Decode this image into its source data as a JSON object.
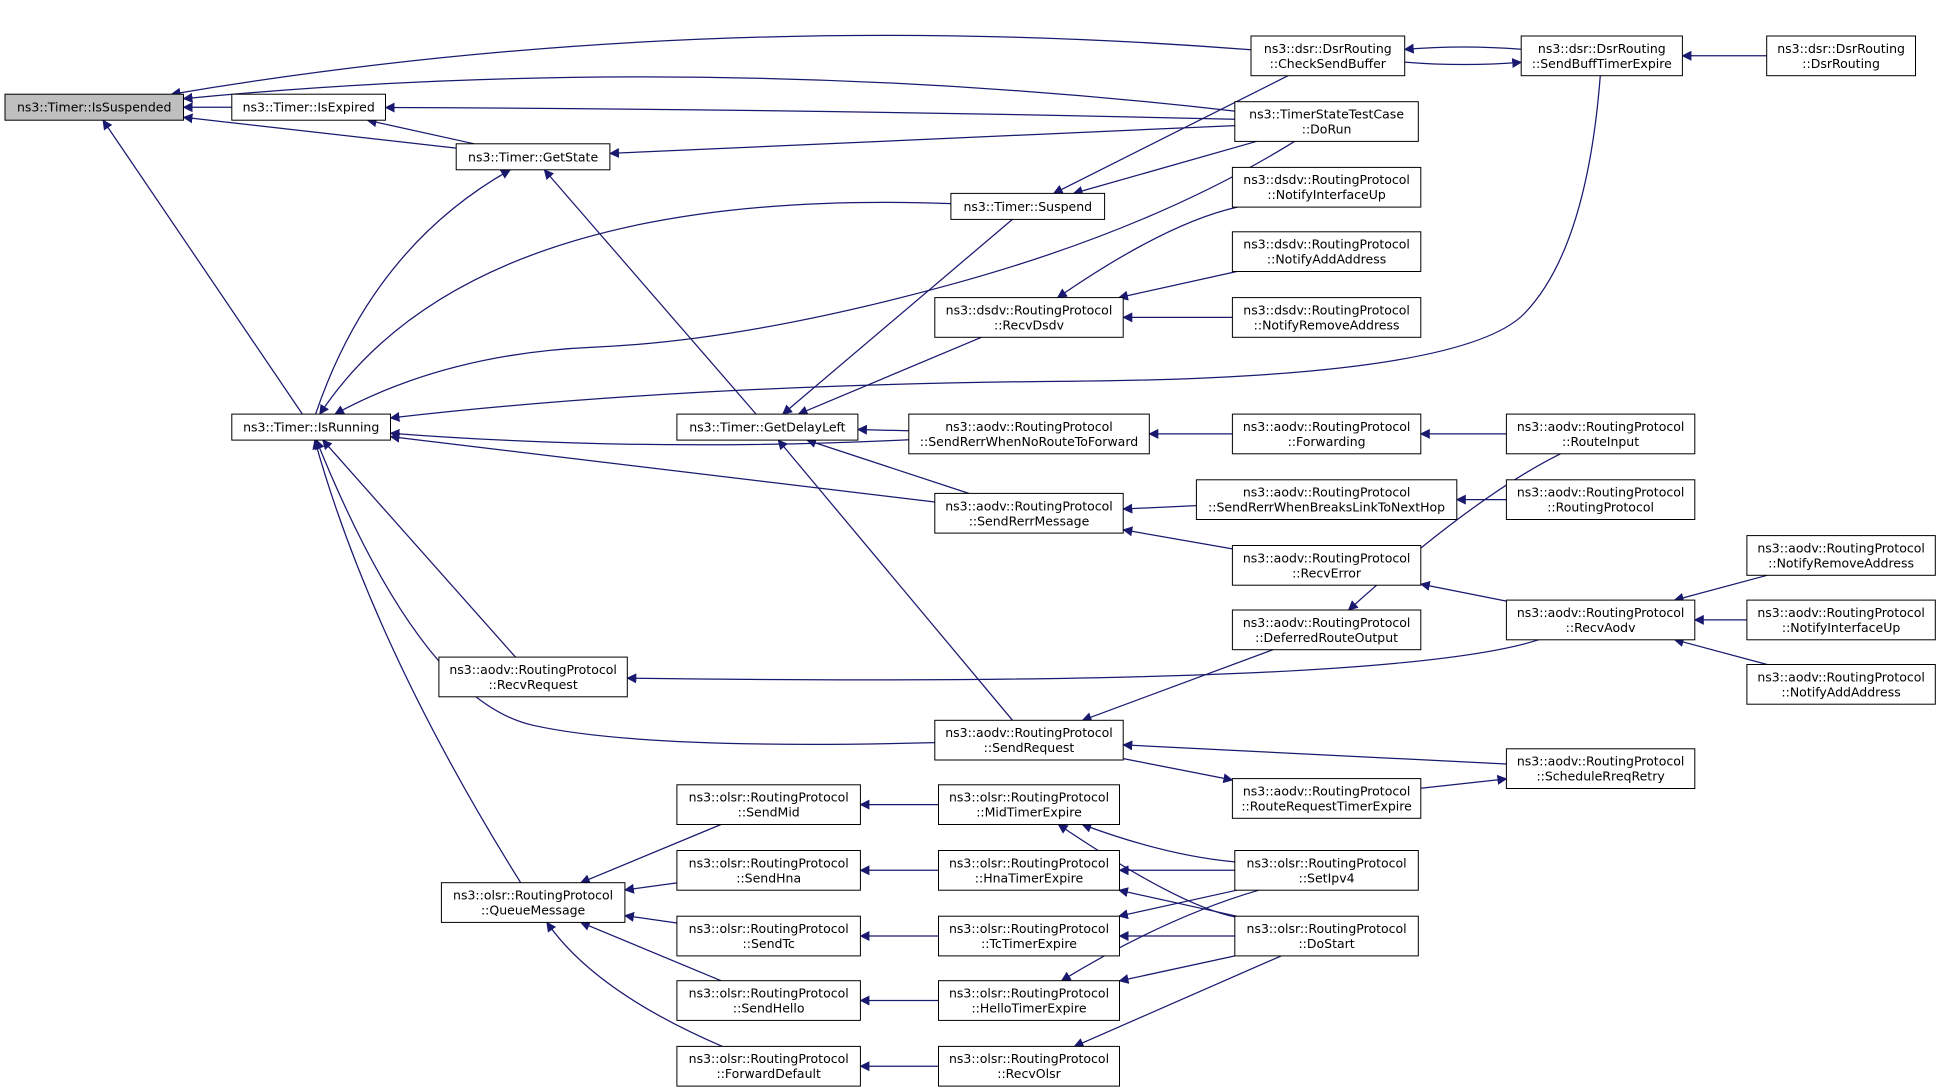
{
  "root": "IsSuspended",
  "nodes": [
    {
      "id": "IsSuspended",
      "lines": [
        "ns3::Timer::IsSuspended"
      ]
    },
    {
      "id": "IsExpired",
      "lines": [
        "ns3::Timer::IsExpired"
      ]
    },
    {
      "id": "GetState",
      "lines": [
        "ns3::Timer::GetState"
      ]
    },
    {
      "id": "IsRunning",
      "lines": [
        "ns3::Timer::IsRunning"
      ]
    },
    {
      "id": "Suspend",
      "lines": [
        "ns3::Timer::Suspend"
      ]
    },
    {
      "id": "GetDelayLeft",
      "lines": [
        "ns3::Timer::GetDelayLeft"
      ]
    },
    {
      "id": "CheckSendBuffer",
      "lines": [
        "ns3::dsr::DsrRouting",
        "::CheckSendBuffer"
      ]
    },
    {
      "id": "SendBuffTimerExpire",
      "lines": [
        "ns3::dsr::DsrRouting",
        "::SendBuffTimerExpire"
      ]
    },
    {
      "id": "DsrRouting",
      "lines": [
        "ns3::dsr::DsrRouting",
        "::DsrRouting"
      ]
    },
    {
      "id": "TimerStateDoRun",
      "lines": [
        "ns3::TimerStateTestCase",
        "::DoRun"
      ]
    },
    {
      "id": "DsdvNotifyInterfaceUp",
      "lines": [
        "ns3::dsdv::RoutingProtocol",
        "::NotifyInterfaceUp"
      ]
    },
    {
      "id": "DsdvNotifyAddAddress",
      "lines": [
        "ns3::dsdv::RoutingProtocol",
        "::NotifyAddAddress"
      ]
    },
    {
      "id": "DsdvNotifyRemoveAddress",
      "lines": [
        "ns3::dsdv::RoutingProtocol",
        "::NotifyRemoveAddress"
      ]
    },
    {
      "id": "RecvDsdv",
      "lines": [
        "ns3::dsdv::RoutingProtocol",
        "::RecvDsdv"
      ]
    },
    {
      "id": "SendRerrWhenNoRoute",
      "lines": [
        "ns3::aodv::RoutingProtocol",
        "::SendRerrWhenNoRouteToForward"
      ]
    },
    {
      "id": "Forwarding",
      "lines": [
        "ns3::aodv::RoutingProtocol",
        "::Forwarding"
      ]
    },
    {
      "id": "RouteInput",
      "lines": [
        "ns3::aodv::RoutingProtocol",
        "::RouteInput"
      ]
    },
    {
      "id": "SendRerrMessage",
      "lines": [
        "ns3::aodv::RoutingProtocol",
        "::SendRerrMessage"
      ]
    },
    {
      "id": "SendRerrWhenBreaks",
      "lines": [
        "ns3::aodv::RoutingProtocol",
        "::SendRerrWhenBreaksLinkToNextHop"
      ]
    },
    {
      "id": "AodvRoutingProtocol",
      "lines": [
        "ns3::aodv::RoutingProtocol",
        "::RoutingProtocol"
      ]
    },
    {
      "id": "RecvError",
      "lines": [
        "ns3::aodv::RoutingProtocol",
        "::RecvError"
      ]
    },
    {
      "id": "AodvNotifyRemoveAddress",
      "lines": [
        "ns3::aodv::RoutingProtocol",
        "::NotifyRemoveAddress"
      ]
    },
    {
      "id": "DeferredRouteOutput",
      "lines": [
        "ns3::aodv::RoutingProtocol",
        "::DeferredRouteOutput"
      ]
    },
    {
      "id": "RecvAodv",
      "lines": [
        "ns3::aodv::RoutingProtocol",
        "::RecvAodv"
      ]
    },
    {
      "id": "AodvNotifyInterfaceUp",
      "lines": [
        "ns3::aodv::RoutingProtocol",
        "::NotifyInterfaceUp"
      ]
    },
    {
      "id": "RecvRequest",
      "lines": [
        "ns3::aodv::RoutingProtocol",
        "::RecvRequest"
      ]
    },
    {
      "id": "AodvNotifyAddAddress",
      "lines": [
        "ns3::aodv::RoutingProtocol",
        "::NotifyAddAddress"
      ]
    },
    {
      "id": "SendRequest",
      "lines": [
        "ns3::aodv::RoutingProtocol",
        "::SendRequest"
      ]
    },
    {
      "id": "ScheduleRreqRetry",
      "lines": [
        "ns3::aodv::RoutingProtocol",
        "::ScheduleRreqRetry"
      ]
    },
    {
      "id": "RouteRequestTimerExpire",
      "lines": [
        "ns3::aodv::RoutingProtocol",
        "::RouteRequestTimerExpire"
      ]
    },
    {
      "id": "SendMid",
      "lines": [
        "ns3::olsr::RoutingProtocol",
        "::SendMid"
      ]
    },
    {
      "id": "MidTimerExpire",
      "lines": [
        "ns3::olsr::RoutingProtocol",
        "::MidTimerExpire"
      ]
    },
    {
      "id": "SendHna",
      "lines": [
        "ns3::olsr::RoutingProtocol",
        "::SendHna"
      ]
    },
    {
      "id": "HnaTimerExpire",
      "lines": [
        "ns3::olsr::RoutingProtocol",
        "::HnaTimerExpire"
      ]
    },
    {
      "id": "SetIpv4",
      "lines": [
        "ns3::olsr::RoutingProtocol",
        "::SetIpv4"
      ]
    },
    {
      "id": "QueueMessage",
      "lines": [
        "ns3::olsr::RoutingProtocol",
        "::QueueMessage"
      ]
    },
    {
      "id": "SendTc",
      "lines": [
        "ns3::olsr::RoutingProtocol",
        "::SendTc"
      ]
    },
    {
      "id": "TcTimerExpire",
      "lines": [
        "ns3::olsr::RoutingProtocol",
        "::TcTimerExpire"
      ]
    },
    {
      "id": "DoStart",
      "lines": [
        "ns3::olsr::RoutingProtocol",
        "::DoStart"
      ]
    },
    {
      "id": "SendHello",
      "lines": [
        "ns3::olsr::RoutingProtocol",
        "::SendHello"
      ]
    },
    {
      "id": "HelloTimerExpire",
      "lines": [
        "ns3::olsr::RoutingProtocol",
        "::HelloTimerExpire"
      ]
    },
    {
      "id": "ForwardDefault",
      "lines": [
        "ns3::olsr::RoutingProtocol",
        "::ForwardDefault"
      ]
    },
    {
      "id": "RecvOlsr",
      "lines": [
        "ns3::olsr::RoutingProtocol",
        "::RecvOlsr"
      ]
    }
  ],
  "edges": [
    [
      "IsExpired",
      "IsSuspended"
    ],
    [
      "GetState",
      "IsSuspended"
    ],
    [
      "IsRunning",
      "IsSuspended"
    ],
    [
      "CheckSendBuffer",
      "IsSuspended"
    ],
    [
      "TimerStateDoRun",
      "IsSuspended"
    ],
    [
      "GetState",
      "IsExpired"
    ],
    [
      "TimerStateDoRun",
      "IsExpired"
    ],
    [
      "TimerStateDoRun",
      "GetState"
    ],
    [
      "IsRunning",
      "GetState"
    ],
    [
      "GetDelayLeft",
      "GetState"
    ],
    [
      "SendBuffTimerExpire",
      "CheckSendBuffer"
    ],
    [
      "CheckSendBuffer",
      "SendBuffTimerExpire"
    ],
    [
      "DsrRouting",
      "SendBuffTimerExpire"
    ],
    [
      "CheckSendBuffer",
      "Suspend"
    ],
    [
      "TimerStateDoRun",
      "Suspend"
    ],
    [
      "Suspend",
      "IsRunning"
    ],
    [
      "TimerStateDoRun",
      "IsRunning"
    ],
    [
      "SendBuffTimerExpire",
      "IsRunning"
    ],
    [
      "SendRerrWhenNoRoute",
      "IsRunning"
    ],
    [
      "SendRerrMessage",
      "IsRunning"
    ],
    [
      "RecvRequest",
      "IsRunning"
    ],
    [
      "SendRequest",
      "IsRunning"
    ],
    [
      "QueueMessage",
      "IsRunning"
    ],
    [
      "Suspend",
      "GetDelayLeft"
    ],
    [
      "RecvDsdv",
      "GetDelayLeft"
    ],
    [
      "SendRerrWhenNoRoute",
      "GetDelayLeft"
    ],
    [
      "SendRerrMessage",
      "GetDelayLeft"
    ],
    [
      "SendRequest",
      "GetDelayLeft"
    ],
    [
      "DsdvNotifyInterfaceUp",
      "RecvDsdv"
    ],
    [
      "DsdvNotifyAddAddress",
      "RecvDsdv"
    ],
    [
      "DsdvNotifyRemoveAddress",
      "RecvDsdv"
    ],
    [
      "Forwarding",
      "SendRerrWhenNoRoute"
    ],
    [
      "RouteInput",
      "Forwarding"
    ],
    [
      "SendRerrWhenBreaks",
      "SendRerrMessage"
    ],
    [
      "RecvError",
      "SendRerrMessage"
    ],
    [
      "AodvRoutingProtocol",
      "SendRerrWhenBreaks"
    ],
    [
      "RecvAodv",
      "RecvError"
    ],
    [
      "RouteInput",
      "DeferredRouteOutput"
    ],
    [
      "AodvNotifyRemoveAddress",
      "RecvAodv"
    ],
    [
      "AodvNotifyInterfaceUp",
      "RecvAodv"
    ],
    [
      "AodvNotifyAddAddress",
      "RecvAodv"
    ],
    [
      "RecvAodv",
      "RecvRequest"
    ],
    [
      "DeferredRouteOutput",
      "SendRequest"
    ],
    [
      "ScheduleRreqRetry",
      "SendRequest"
    ],
    [
      "RouteRequestTimerExpire",
      "ScheduleRreqRetry"
    ],
    [
      "SendRequest",
      "RouteRequestTimerExpire"
    ],
    [
      "SendMid",
      "QueueMessage"
    ],
    [
      "SendHna",
      "QueueMessage"
    ],
    [
      "SendTc",
      "QueueMessage"
    ],
    [
      "SendHello",
      "QueueMessage"
    ],
    [
      "ForwardDefault",
      "QueueMessage"
    ],
    [
      "MidTimerExpire",
      "SendMid"
    ],
    [
      "HnaTimerExpire",
      "SendHna"
    ],
    [
      "TcTimerExpire",
      "SendTc"
    ],
    [
      "HelloTimerExpire",
      "SendHello"
    ],
    [
      "RecvOlsr",
      "ForwardDefault"
    ],
    [
      "SetIpv4",
      "MidTimerExpire"
    ],
    [
      "DoStart",
      "MidTimerExpire"
    ],
    [
      "SetIpv4",
      "HnaTimerExpire"
    ],
    [
      "DoStart",
      "HnaTimerExpire"
    ],
    [
      "SetIpv4",
      "TcTimerExpire"
    ],
    [
      "DoStart",
      "TcTimerExpire"
    ],
    [
      "SetIpv4",
      "HelloTimerExpire"
    ],
    [
      "DoStart",
      "HelloTimerExpire"
    ],
    [
      "DoStart",
      "RecvOlsr"
    ]
  ]
}
